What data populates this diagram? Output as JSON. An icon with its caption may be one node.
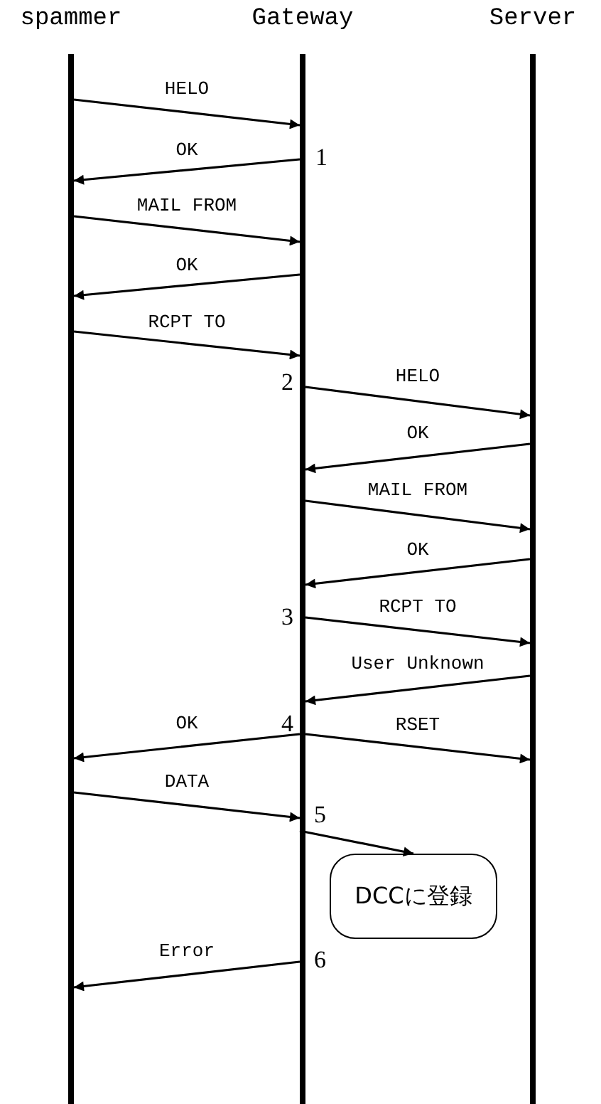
{
  "diagram": {
    "nodes": [
      {
        "text": [
          "spammer"
        ]
      },
      {
        "text": [
          "Gateway"
        ]
      },
      {
        "text": [
          "Server"
        ]
      },
      {
        "text": [
          "DCCに登録"
        ]
      }
    ],
    "edges": [
      {
        "from": 0,
        "to": 1,
        "arrow": "to",
        "label": "HELO"
      },
      {
        "from": 1,
        "to": 0,
        "arrow": "to",
        "label": "OK"
      },
      {
        "from": 0,
        "to": 1,
        "arrow": "to",
        "label": "MAIL FROM"
      },
      {
        "from": 1,
        "to": 0,
        "arrow": "to",
        "label": "OK"
      },
      {
        "from": 0,
        "to": 1,
        "arrow": "to",
        "label": "RCPT TO"
      },
      {
        "from": 1,
        "to": 2,
        "arrow": "to",
        "label": "HELO"
      },
      {
        "from": 2,
        "to": 1,
        "arrow": "to",
        "label": "OK"
      },
      {
        "from": 1,
        "to": 2,
        "arrow": "to",
        "label": "MAIL FROM"
      },
      {
        "from": 2,
        "to": 1,
        "arrow": "to",
        "label": "OK"
      },
      {
        "from": 1,
        "to": 2,
        "arrow": "to",
        "label": "RCPT TO"
      },
      {
        "from": 2,
        "to": 1,
        "arrow": "to",
        "label": "User Unknown"
      },
      {
        "from": 1,
        "to": 0,
        "arrow": "to",
        "label": "OK"
      },
      {
        "from": 1,
        "to": 2,
        "arrow": "to",
        "label": "RSET"
      },
      {
        "from": 0,
        "to": 1,
        "arrow": "to",
        "label": "DATA"
      },
      {
        "from": 1,
        "to": 3,
        "arrow": "to"
      },
      {
        "from": 1,
        "to": 0,
        "arrow": "to",
        "label": "Error"
      }
    ],
    "labels": [
      "1",
      "2",
      "3",
      "4",
      "5",
      "6"
    ]
  }
}
